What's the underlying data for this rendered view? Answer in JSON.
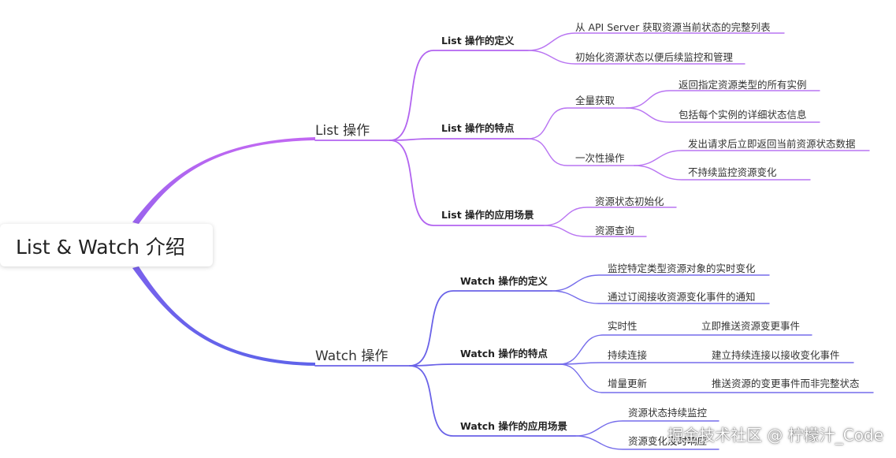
{
  "diagram": {
    "root": "List & Watch 介绍",
    "colors": {
      "list_branch": "#b264f0",
      "watch_branch": "#6a62e8",
      "root_gradient_top": "#c168f2",
      "root_gradient_bottom": "#5f63ea"
    },
    "list": {
      "title": "List 操作",
      "definition": {
        "title": "List 操作的定义",
        "items": [
          "从 API Server 获取资源当前状态的完整列表",
          "初始化资源状态以便后续监控和管理"
        ]
      },
      "features": {
        "title": "List 操作的特点",
        "full": {
          "title": "全量获取",
          "items": [
            "返回指定资源类型的所有实例",
            "包括每个实例的详细状态信息"
          ]
        },
        "oneshot": {
          "title": "一次性操作",
          "items": [
            "发出请求后立即返回当前资源状态数据",
            "不持续监控资源变化"
          ]
        }
      },
      "scenarios": {
        "title": "List 操作的应用场景",
        "items": [
          "资源状态初始化",
          "资源查询"
        ]
      }
    },
    "watch": {
      "title": "Watch 操作",
      "definition": {
        "title": "Watch 操作的定义",
        "items": [
          "监控特定类型资源对象的实时变化",
          "通过订阅接收资源变化事件的通知"
        ]
      },
      "features": {
        "title": "Watch 操作的特点",
        "realtime": {
          "title": "实时性",
          "item": "立即推送资源变更事件"
        },
        "persistent": {
          "title": "持续连接",
          "item": "建立持续连接以接收变化事件"
        },
        "incremental": {
          "title": "增量更新",
          "item": "推送资源的变更事件而非完整状态"
        }
      },
      "scenarios": {
        "title": "Watch 操作的应用场景",
        "items": [
          "资源状态持续监控",
          "资源变化及时响应"
        ]
      }
    }
  },
  "watermark": "掘金技术社区 @ 柠檬汁_Code"
}
